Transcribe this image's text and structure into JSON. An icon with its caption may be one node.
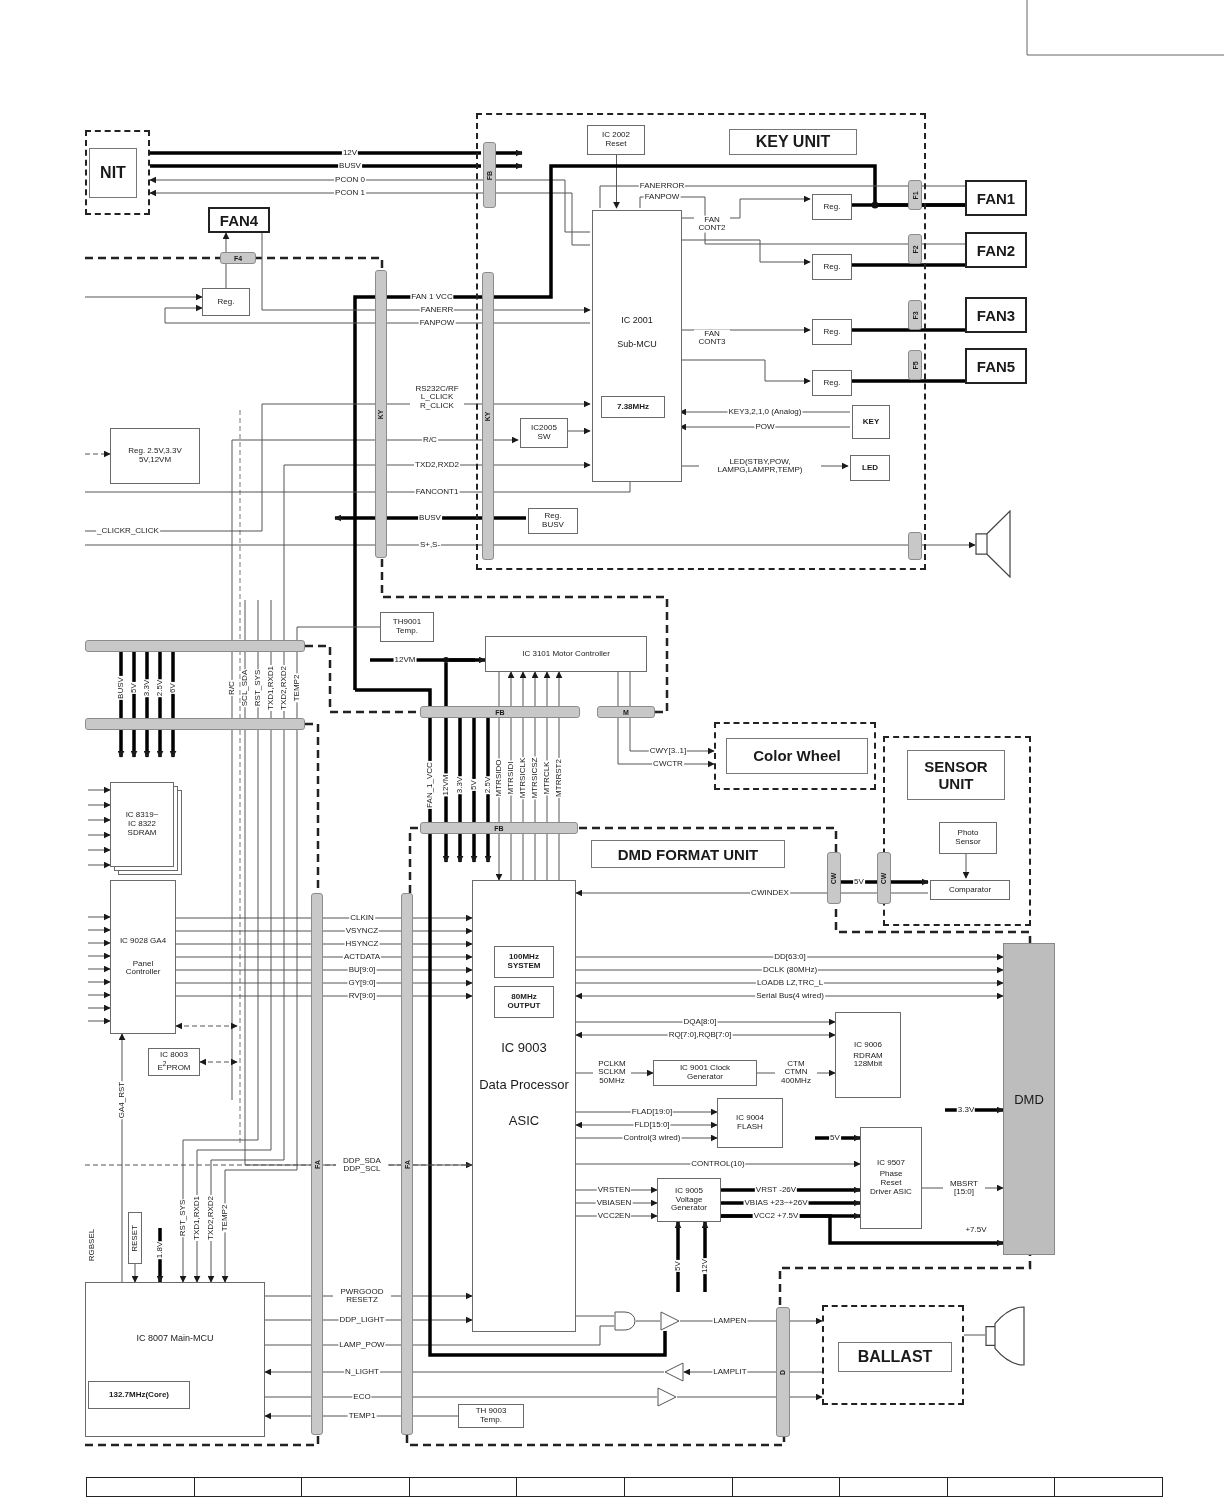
{
  "diagram": {
    "nodes": [
      {
        "text": [
          "KEY UNIT"
        ]
      },
      {
        "text": [
          "IC 2002 Reset"
        ],
        "in": 0
      },
      {
        "text": [
          "IC 2001",
          "Sub-MCU"
        ],
        "in": 0
      },
      {
        "text": [
          "7.38MHz"
        ],
        "in": 2
      },
      {
        "text": [
          "Reg."
        ],
        "in": 0
      },
      {
        "text": [
          "Reg."
        ],
        "in": 0
      },
      {
        "text": [
          "Reg."
        ],
        "in": 0
      },
      {
        "text": [
          "Reg."
        ],
        "in": 0
      },
      {
        "text": [
          "KEY"
        ],
        "in": 0
      },
      {
        "text": [
          "LED"
        ],
        "in": 0
      },
      {
        "text": [
          "IC2005 SW"
        ],
        "in": 0
      },
      {
        "text": [
          "Reg. BUSV"
        ],
        "in": 0
      },
      {
        "text": [
          "F1"
        ],
        "in": 0
      },
      {
        "text": [
          "F2"
        ],
        "in": 0
      },
      {
        "text": [
          "F3"
        ],
        "in": 0
      },
      {
        "text": [
          "F5"
        ],
        "in": 0
      },
      {
        "text": [],
        "shape": "bar",
        "in": 0
      },
      {
        "text": [
          "FB"
        ],
        "in": 0
      },
      {
        "text": [
          "KY"
        ]
      },
      {
        "text": [
          "KY"
        ],
        "in": 0
      },
      {
        "text": [
          "FAN1"
        ]
      },
      {
        "text": [
          "FAN2"
        ]
      },
      {
        "text": [
          "FAN3"
        ]
      },
      {
        "text": [
          "FAN5"
        ]
      },
      {
        "text": [],
        "shape": "speaker"
      },
      {
        "text": [
          "NIT"
        ]
      },
      {
        "text": [
          "FAN4"
        ]
      },
      {
        "text": [
          "F4"
        ]
      },
      {
        "text": [
          "Reg."
        ]
      },
      {
        "text": [
          "Reg. 2.5V,3.3V 5V,12VM"
        ]
      },
      {
        "text": [
          "TH9001 Temp."
        ]
      },
      {
        "text": [
          "IC 3101 Motor Controller"
        ]
      },
      {
        "text": [
          "FB"
        ]
      },
      {
        "text": [
          "M"
        ]
      },
      {
        "text": [
          "Color Wheel"
        ]
      },
      {
        "text": [
          "SENSOR UNIT"
        ]
      },
      {
        "text": [
          "Photo Sensor"
        ],
        "in": 35
      },
      {
        "text": [
          "Comparator"
        ],
        "in": 35
      },
      {
        "text": [
          "FB"
        ]
      },
      {
        "text": [
          "DMD FORMAT UNIT"
        ]
      },
      {
        "text": [
          "CW"
        ]
      },
      {
        "text": [
          "CW"
        ]
      },
      {
        "text": [
          "IC 8319~ IC 8322 SDRAM"
        ]
      },
      {
        "text": [
          "IC 9028 GA4",
          "Panel Controller"
        ]
      },
      {
        "text": [
          "IC 8003 E$^{2}$PROM"
        ]
      },
      {
        "text": [
          "IC 9003",
          "Data Processor",
          "ASIC"
        ]
      },
      {
        "text": [
          "100MHz SYSTEM"
        ],
        "in": 45
      },
      {
        "text": [
          "80MHz OUTPUT"
        ],
        "in": 45
      },
      {
        "text": [
          "DMD"
        ]
      },
      {
        "text": [
          "IC 9006",
          "RDRAM 128Mbit"
        ]
      },
      {
        "text": [
          "IC 9001 Clock Generator"
        ]
      },
      {
        "text": [
          "IC 9004 FLASH"
        ]
      },
      {
        "text": [
          "IC 9507",
          "Phase Reset Driver ASIC"
        ]
      },
      {
        "text": [
          "IC 9005 Voltage Generator"
        ]
      },
      {
        "text": [
          "FA"
        ]
      },
      {
        "text": [
          "FA"
        ]
      },
      {
        "text": [
          "RESET"
        ]
      },
      {
        "text": [
          "IC 8007 Main-MCU"
        ]
      },
      {
        "text": [
          "132.7MHz(Core)"
        ],
        "in": 57
      },
      {
        "text": [],
        "shape": "gate"
      },
      {
        "text": [],
        "shape": "triangle"
      },
      {
        "text": [
          "D"
        ]
      },
      {
        "text": [
          "BALLAST"
        ]
      },
      {
        "text": [],
        "shape": "lamp"
      },
      {
        "text": [],
        "shape": "triangle"
      },
      {
        "text": [],
        "shape": "triangle"
      },
      {
        "text": [
          "TH 9003 Temp."
        ]
      },
      {
        "text": [],
        "shape": "bar"
      },
      {
        "text": [],
        "shape": "bar"
      },
      {
        "text": [],
        "shape": "dot"
      }
    ],
    "edges": [
      {
        "from": 25,
        "to": 17,
        "arrow": "none",
        "label": "12V",
        "style": "thick"
      },
      {
        "from": 25,
        "to": 17,
        "arrow": "none",
        "label": "BUSV",
        "style": "thick"
      },
      {
        "from": 2,
        "to": 25,
        "arrow": "to",
        "label": "PCON 0"
      },
      {
        "from": 2,
        "to": 25,
        "arrow": "to",
        "label": "PCON 1"
      },
      {
        "from": 1,
        "to": 2,
        "arrow": "to"
      },
      {
        "from": 4,
        "to": 20,
        "arrow": "none",
        "style": "thick"
      },
      {
        "from": 5,
        "to": 21,
        "arrow": "none",
        "style": "thick"
      },
      {
        "from": 6,
        "to": 22,
        "arrow": "none",
        "style": "thick"
      },
      {
        "from": 7,
        "to": 23,
        "arrow": "none",
        "style": "thick"
      },
      {
        "from": 2,
        "to": 4,
        "arrow": "to",
        "label": "FAN CONT2"
      },
      {
        "from": 2,
        "to": 5,
        "arrow": "to"
      },
      {
        "from": 2,
        "to": 6,
        "arrow": "to",
        "label": "FAN CONT3"
      },
      {
        "from": 2,
        "to": 7,
        "arrow": "to"
      },
      {
        "from": 8,
        "to": 2,
        "arrow": "to",
        "label": "KEY3,2,1,0 (Analog)"
      },
      {
        "from": 8,
        "to": 2,
        "arrow": "to",
        "label": "POW"
      },
      {
        "from": 2,
        "to": 9,
        "arrow": "to",
        "label": "LED(STBY,POW, LAMPG,LAMPR,TEMP)"
      },
      {
        "from": 10,
        "to": 2,
        "arrow": "to"
      },
      {
        "from": null,
        "to": 10,
        "arrow": "to",
        "label": "R/C"
      },
      {
        "from": null,
        "to": 2,
        "arrow": "to",
        "label": "TXD2,RXD2"
      },
      {
        "from": 11,
        "to": 18,
        "arrow": "none",
        "label": "BUSV",
        "style": "thick"
      },
      {
        "from": null,
        "to": 24,
        "arrow": "to",
        "label": "S+,S-"
      },
      {
        "from": null,
        "to": 20,
        "arrow": "none",
        "label": "FAN 1 VCC",
        "style": "thick"
      },
      {
        "from": 26,
        "to": 2,
        "arrow": "to",
        "label": "FANERR"
      },
      {
        "from": 2,
        "to": 28,
        "arrow": "to",
        "label": "FANPOW"
      },
      {
        "from": 28,
        "to": 26,
        "arrow": "to"
      },
      {
        "from": null,
        "to": 28,
        "arrow": "to"
      },
      {
        "from": null,
        "to": 29,
        "arrow": "to",
        "style": "dashed"
      },
      {
        "from": 30,
        "to": 57,
        "arrow": "to",
        "label": "TEMP2"
      },
      {
        "from": 31,
        "to": 34,
        "arrow": "to",
        "label": "CWY[3..1]"
      },
      {
        "from": 31,
        "to": 34,
        "arrow": "to",
        "label": "CWCTR"
      },
      {
        "from": null,
        "to": 69,
        "arrow": "none",
        "label": "12VM",
        "style": "thick"
      },
      {
        "from": 31,
        "to": 45,
        "arrow": "to",
        "label": "MTRSIDO"
      },
      {
        "from": 45,
        "to": 31,
        "arrow": "to",
        "label": "MTRSIDI"
      },
      {
        "from": 45,
        "to": 31,
        "arrow": "to",
        "label": "MTRSICLK"
      },
      {
        "from": 45,
        "to": 31,
        "arrow": "to",
        "label": "MTRSICSZ"
      },
      {
        "from": 45,
        "to": 31,
        "arrow": "to",
        "label": "MTRCLK"
      },
      {
        "from": 45,
        "to": 31,
        "arrow": "to",
        "label": "MTRRST2"
      },
      {
        "from": 36,
        "to": 37,
        "arrow": "to"
      },
      {
        "from": 40,
        "to": 37,
        "arrow": "to",
        "label": "5V",
        "style": "thick"
      },
      {
        "from": 37,
        "to": 45,
        "arrow": "to",
        "label": "CWINDEX"
      },
      {
        "from": 45,
        "to": 48,
        "arrow": "to",
        "label": "DD[63:0]"
      },
      {
        "from": 45,
        "to": 48,
        "arrow": "to",
        "label": "DCLK (80MHz)"
      },
      {
        "from": 45,
        "to": 48,
        "arrow": "to",
        "label": "LOADB LZ,TRC_L"
      },
      {
        "from": 45,
        "to": 48,
        "arrow": "both",
        "label": "Serial Bus(4 wired)"
      },
      {
        "from": 45,
        "to": 49,
        "arrow": "to",
        "label": "DQA[8:0]"
      },
      {
        "from": 45,
        "to": 49,
        "arrow": "both",
        "label": "RQ[7:0],RQB[7:0]"
      },
      {
        "from": 45,
        "to": 50,
        "arrow": "to",
        "label": "PCLKM SCLKM 50MHz"
      },
      {
        "from": 50,
        "to": 49,
        "arrow": "to",
        "label": "CTM CTMN 400MHz"
      },
      {
        "from": 45,
        "to": 51,
        "arrow": "to",
        "label": "FLAD[19:0]"
      },
      {
        "from": 45,
        "to": 51,
        "arrow": "both",
        "label": "FLD[15:0]"
      },
      {
        "from": 45,
        "to": 51,
        "arrow": "to",
        "label": "Control(3 wired)"
      },
      {
        "from": 45,
        "to": 52,
        "arrow": "to",
        "label": "CONTROL(10)"
      },
      {
        "from": null,
        "to": 52,
        "arrow": "to",
        "label": "5V",
        "style": "thick"
      },
      {
        "from": 45,
        "to": 53,
        "arrow": "to",
        "label": "VRSTEN"
      },
      {
        "from": 45,
        "to": 53,
        "arrow": "to",
        "label": "VBIASEN"
      },
      {
        "from": 45,
        "to": 53,
        "arrow": "to",
        "label": "VCC2EN"
      },
      {
        "from": 53,
        "to": 52,
        "arrow": "to",
        "label": "VRST -26V",
        "style": "thick"
      },
      {
        "from": 53,
        "to": 52,
        "arrow": "to",
        "label": "VBIAS +23~+26V",
        "style": "thick"
      },
      {
        "from": 53,
        "to": 52,
        "arrow": "to",
        "label": "VCC2 +7.5V",
        "style": "thick"
      },
      {
        "from": 53,
        "to": 48,
        "arrow": "to",
        "label": "+7.5V",
        "style": "thick"
      },
      {
        "from": 52,
        "to": 48,
        "arrow": "to",
        "label": "MBSRT [15:0]"
      },
      {
        "from": null,
        "to": 48,
        "arrow": "to",
        "label": "3.3V",
        "style": "thick"
      },
      {
        "from": null,
        "to": 53,
        "arrow": "to",
        "label": "5V",
        "style": "thick"
      },
      {
        "from": null,
        "to": 53,
        "arrow": "to",
        "label": "12V",
        "style": "thick"
      },
      {
        "from": 43,
        "to": 45,
        "arrow": "to",
        "label": "CLKIN"
      },
      {
        "from": 43,
        "to": 45,
        "arrow": "to",
        "label": "VSYNCZ"
      },
      {
        "from": 43,
        "to": 45,
        "arrow": "to",
        "label": "HSYNCZ"
      },
      {
        "from": 43,
        "to": 45,
        "arrow": "to",
        "label": "ACTDATA"
      },
      {
        "from": 43,
        "to": 45,
        "arrow": "to",
        "label": "BU[9:0]"
      },
      {
        "from": 43,
        "to": 45,
        "arrow": "to",
        "label": "GY[9:0]"
      },
      {
        "from": 43,
        "to": 45,
        "arrow": "to",
        "label": "RV[9:0]"
      },
      {
        "from": null,
        "to": 43,
        "arrow": "to"
      },
      {
        "from": null,
        "to": 43,
        "arrow": "to"
      },
      {
        "from": null,
        "to": 43,
        "arrow": "to"
      },
      {
        "from": null,
        "to": 43,
        "arrow": "to"
      },
      {
        "from": null,
        "to": 43,
        "arrow": "to"
      },
      {
        "from": null,
        "to": 43,
        "arrow": "to"
      },
      {
        "from": null,
        "to": 43,
        "arrow": "to"
      },
      {
        "from": null,
        "to": 43,
        "arrow": "to"
      },
      {
        "from": null,
        "to": 43,
        "arrow": "to"
      },
      {
        "from": null,
        "to": 42,
        "arrow": "to"
      },
      {
        "from": null,
        "to": 42,
        "arrow": "to"
      },
      {
        "from": null,
        "to": 42,
        "arrow": "to"
      },
      {
        "from": null,
        "to": 42,
        "arrow": "to"
      },
      {
        "from": null,
        "to": 42,
        "arrow": "to"
      },
      {
        "from": null,
        "to": 42,
        "arrow": "to"
      },
      {
        "from": 43,
        "to": null,
        "arrow": "both",
        "style": "dashed"
      },
      {
        "from": 44,
        "to": null,
        "arrow": "both",
        "style": "dashed"
      },
      {
        "from": null,
        "to": 45,
        "arrow": "to",
        "label": "DDP_SDA DDP_SCL",
        "style": "dashed"
      },
      {
        "from": 57,
        "to": 45,
        "arrow": "to",
        "label": "PWRGOOD RESETZ"
      },
      {
        "from": 57,
        "to": 45,
        "arrow": "to",
        "label": "DDP_LIGHT"
      },
      {
        "from": 57,
        "to": 59,
        "arrow": "none",
        "label": "LAMP_POW"
      },
      {
        "from": 45,
        "to": 59,
        "arrow": "none"
      },
      {
        "from": 59,
        "to": 60,
        "arrow": "none"
      },
      {
        "from": 60,
        "to": 62,
        "arrow": "to",
        "label": "LAMPEN"
      },
      {
        "from": 62,
        "to": 64,
        "arrow": "to",
        "label": "LAMPLIT"
      },
      {
        "from": 64,
        "to": 57,
        "arrow": "to",
        "label": "N_LIGHT"
      },
      {
        "from": 57,
        "to": 65,
        "arrow": "none",
        "label": "ECO"
      },
      {
        "from": 65,
        "to": 62,
        "arrow": "to"
      },
      {
        "from": 66,
        "to": 57,
        "arrow": "to",
        "label": "TEMP1"
      },
      {
        "from": 62,
        "to": 63,
        "arrow": "none"
      },
      {
        "from": 56,
        "to": 57,
        "arrow": "to"
      },
      {
        "from": 20,
        "to": 2,
        "arrow": "none",
        "label": "FANERROR"
      },
      {
        "from": 21,
        "to": 2,
        "arrow": "none",
        "label": "FANPOW"
      },
      {
        "from": 17,
        "to": null,
        "arrow": "to",
        "style": "thick"
      },
      {
        "from": 17,
        "to": null,
        "arrow": "to",
        "style": "thick"
      },
      {
        "from": null,
        "to": 60,
        "arrow": "none",
        "label": "FAN_1_VCC",
        "style": "thick"
      },
      {
        "from": 32,
        "to": 38,
        "arrow": "none",
        "label": "12VM",
        "style": "thick"
      },
      {
        "from": 32,
        "to": 38,
        "arrow": "none",
        "label": "3.3V",
        "style": "thick"
      },
      {
        "from": 32,
        "to": 38,
        "arrow": "none",
        "label": "5V",
        "style": "thick"
      },
      {
        "from": 32,
        "to": 38,
        "arrow": "none",
        "label": "2.5V",
        "style": "thick"
      },
      {
        "from": 38,
        "to": null,
        "arrow": "to",
        "style": "thick"
      },
      {
        "from": 38,
        "to": null,
        "arrow": "to",
        "style": "thick"
      },
      {
        "from": 38,
        "to": null,
        "arrow": "to",
        "style": "thick"
      },
      {
        "from": 38,
        "to": null,
        "arrow": "to",
        "style": "thick"
      },
      {
        "from": 67,
        "to": 68,
        "arrow": "none",
        "label": "BUSV",
        "style": "thick"
      },
      {
        "from": 67,
        "to": 68,
        "arrow": "none",
        "label": "5V",
        "style": "thick"
      },
      {
        "from": 67,
        "to": 68,
        "arrow": "none",
        "label": "3.3V",
        "style": "thick"
      },
      {
        "from": 67,
        "to": 68,
        "arrow": "none",
        "label": "2.5V",
        "style": "thick"
      },
      {
        "from": 67,
        "to": 68,
        "arrow": "none",
        "label": "6V",
        "style": "thick"
      },
      {
        "from": 68,
        "to": null,
        "arrow": "to",
        "style": "thick"
      },
      {
        "from": 68,
        "to": null,
        "arrow": "to",
        "style": "thick"
      },
      {
        "from": 68,
        "to": null,
        "arrow": "to",
        "style": "thick"
      },
      {
        "from": 68,
        "to": null,
        "arrow": "to",
        "style": "thick"
      },
      {
        "from": 68,
        "to": null,
        "arrow": "to",
        "style": "thick"
      },
      {
        "from": null,
        "to": 57,
        "arrow": "to"
      },
      {
        "from": null,
        "to": 57,
        "arrow": "to"
      },
      {
        "from": null,
        "to": 57,
        "arrow": "to"
      },
      {
        "from": 57,
        "to": 43,
        "arrow": "to"
      },
      {
        "from": null,
        "to": 45,
        "arrow": "none"
      },
      {
        "from": null,
        "to": 2,
        "arrow": "none",
        "label": "FANCONT1"
      },
      {
        "from": null,
        "to": 2,
        "arrow": "to",
        "label": "RS232C/RF L_CLICK R_CLICK"
      },
      {
        "from": null,
        "to": 57,
        "arrow": "to",
        "label": "1.8V",
        "style": "thick"
      },
      {
        "from": 18,
        "to": null,
        "arrow": "to",
        "style": "thick"
      },
      {
        "from": 69,
        "to": 31,
        "arrow": "to",
        "style": "thick"
      },
      {
        "from": 69,
        "to": 32,
        "arrow": "none",
        "style": "thick"
      }
    ],
    "labels": [
      "_CLICKR_CLICK",
      "R/C",
      "SCL_SDA",
      "RST_SYS",
      "TXD1,RXD1",
      "TXD2,RXD2",
      "GA4_RST",
      "RGBSEL",
      "RST_SYS",
      "TXD1,RXD1",
      "TXD2,RXD2",
      "TEMP2"
    ]
  }
}
